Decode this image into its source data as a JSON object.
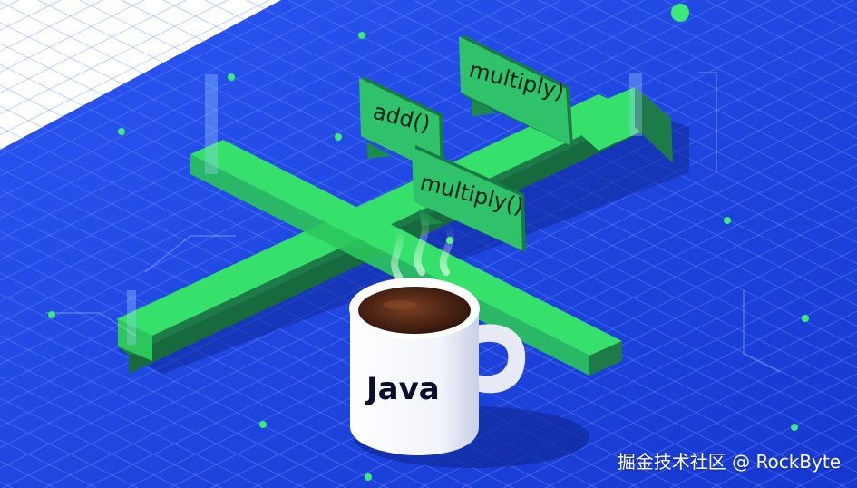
{
  "labels": {
    "add": "add()",
    "multiply_top": "multiply)",
    "multiply_mid": "multiply()"
  },
  "mug": {
    "text": "Java"
  },
  "watermark": "掘金技术社区 @ RockByte",
  "colors": {
    "background": "#1c46e6",
    "grid": "#6f93ff",
    "arrow": "#35e06b",
    "arrow_side": "#1f7a4a",
    "label_bg": "#2fc26a",
    "mug": "#ffffff",
    "coffee": "#4a2415"
  },
  "icons": [
    "arrow-icon",
    "coffee-mug-icon",
    "steam-icon",
    "node-dot-icon"
  ]
}
